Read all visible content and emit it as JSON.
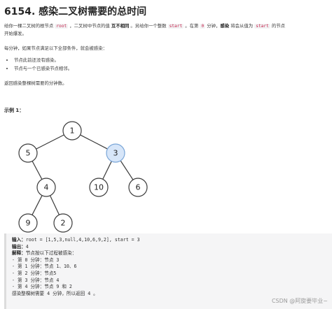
{
  "title": "6154. 感染二叉树需要的总时间",
  "desc": {
    "p1_a": "给你一棵二叉树的根节点 ",
    "p1_code1": "root",
    "p1_b": " ，二叉树中节点的值 ",
    "p1_bold": "互不相同",
    "p1_c": " 。另给你一个整数 ",
    "p1_code2": "start",
    "p1_d": " 。在第 ",
    "p1_code3": "0",
    "p1_e": " 分钟，",
    "p1_bold2": "感染",
    "p1_f": " 将会从值为 ",
    "p1_code4": "start",
    "p1_g": " 的节点",
    "p1_line2": "开始爆发。",
    "p2": "每分钟，如果节点满足以下全部条件，就会被感染：",
    "bullets": [
      "节点此前还没有感染。",
      "节点与一个已感染节点相邻。"
    ],
    "p3": "返回感染整棵树需要的分钟数。"
  },
  "example_label": "示例 1：",
  "tree": {
    "nodes": [
      {
        "id": "n1",
        "value": "1",
        "start": false
      },
      {
        "id": "n5",
        "value": "5",
        "start": false
      },
      {
        "id": "n3",
        "value": "3",
        "start": true
      },
      {
        "id": "n4",
        "value": "4",
        "start": false
      },
      {
        "id": "n10",
        "value": "10",
        "start": false
      },
      {
        "id": "n6",
        "value": "6",
        "start": false
      },
      {
        "id": "n9",
        "value": "9",
        "start": false
      },
      {
        "id": "n2",
        "value": "2",
        "start": false
      }
    ],
    "edges": [
      [
        "n1",
        "n5"
      ],
      [
        "n1",
        "n3"
      ],
      [
        "n5",
        "n4"
      ],
      [
        "n3",
        "n10"
      ],
      [
        "n3",
        "n6"
      ],
      [
        "n4",
        "n9"
      ],
      [
        "n4",
        "n2"
      ]
    ]
  },
  "example": {
    "input_label": "输入：",
    "input_value": "root = [1,5,3,null,4,10,6,9,2], start = 3",
    "output_label": "输出：",
    "output_value": "4",
    "explain_label": "解释：",
    "explain_value": "节点按以下过程被感染：",
    "steps": [
      "- 第 0 分钟：节点 3",
      "- 第 1 分钟：节点 1、10、6",
      "- 第 2 分钟：节点5",
      "- 第 3 分钟：节点 4",
      "- 第 4 分钟：节点 9 和 2"
    ],
    "conclusion": "感染整棵树需要 4 分钟，所以返回 4 。"
  },
  "watermark": "CSDN @阿旋要毕业~",
  "colors": {
    "start_node_fill": "#d7e6f9",
    "start_node_stroke": "#7aa6d8"
  }
}
